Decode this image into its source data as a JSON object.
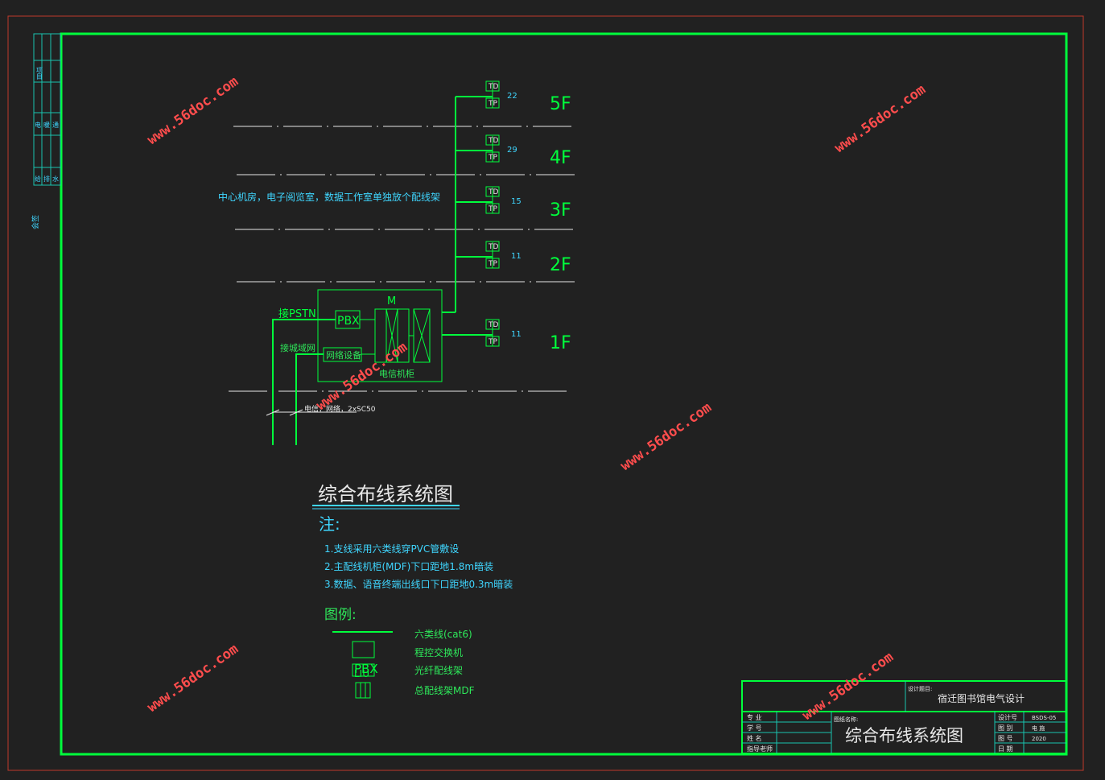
{
  "floors": [
    {
      "label": "5F",
      "count": "22",
      "td": "TD",
      "tp": "TP"
    },
    {
      "label": "4F",
      "count": "29",
      "td": "TD",
      "tp": "TP"
    },
    {
      "label": "3F",
      "count": "15",
      "td": "TD",
      "tp": "TP"
    },
    {
      "label": "2F",
      "count": "11",
      "td": "TD",
      "tp": "TP"
    },
    {
      "label": "1F",
      "count": "11",
      "td": "TD",
      "tp": "TP"
    }
  ],
  "note_server_room": "中心机房，电子阅览室，数据工作室单独放个配线架",
  "pstn_label": "接PSTN",
  "lan_label": "接城域网",
  "pbx_box": "PBX",
  "network_device": "网络设备",
  "mdf_label": "M",
  "cabinet_label": "电信机柜",
  "cable_label": "电信，网络，2xSC50",
  "diagram_title": "综合布线系统图",
  "notes_heading": "注:",
  "notes": [
    "1.支线采用六类线穿PVC管敷设",
    "2.主配线机柜(MDF)下口距地1.8m暗装",
    "3.数据、语音终端出线口下口距地0.3m暗装"
  ],
  "legend_heading": "图例:",
  "legend": [
    {
      "symbol": "",
      "desc": "六类线(cat6)"
    },
    {
      "symbol": "PBX",
      "desc": "程控交换机"
    },
    {
      "symbol": "LIU",
      "desc": "光纤配线架"
    },
    {
      "symbol": "",
      "desc": "总配线架MDF"
    }
  ],
  "watermark": "www.56doc.com",
  "title_block": {
    "designer_label": "设计题目:",
    "project": "宿迁图书馆电气设计",
    "drawing_name_label": "图纸名称:",
    "drawing_name": "综合布线系统图",
    "rows_left": [
      "专 业",
      "学 号",
      "姓 名",
      "指导老师"
    ],
    "rows_right": [
      {
        "k": "设计号",
        "v": "BSDS-05"
      },
      {
        "k": "图 别",
        "v": "电 施"
      },
      {
        "k": "图 号",
        "v": "2020"
      },
      {
        "k": "日 期",
        "v": ""
      }
    ]
  },
  "side_strip": {
    "top_labels": [
      "电",
      "暖",
      "通",
      "给",
      "排",
      "水",
      "项",
      "目"
    ],
    "bottom_label": "会签"
  },
  "colors": {
    "background": "#212121",
    "frame": "#00ff3c",
    "cyan": "#3fd6ff",
    "white": "#e8e8e8",
    "watermark": "#ff4d4d",
    "outer": "#c0392b"
  }
}
